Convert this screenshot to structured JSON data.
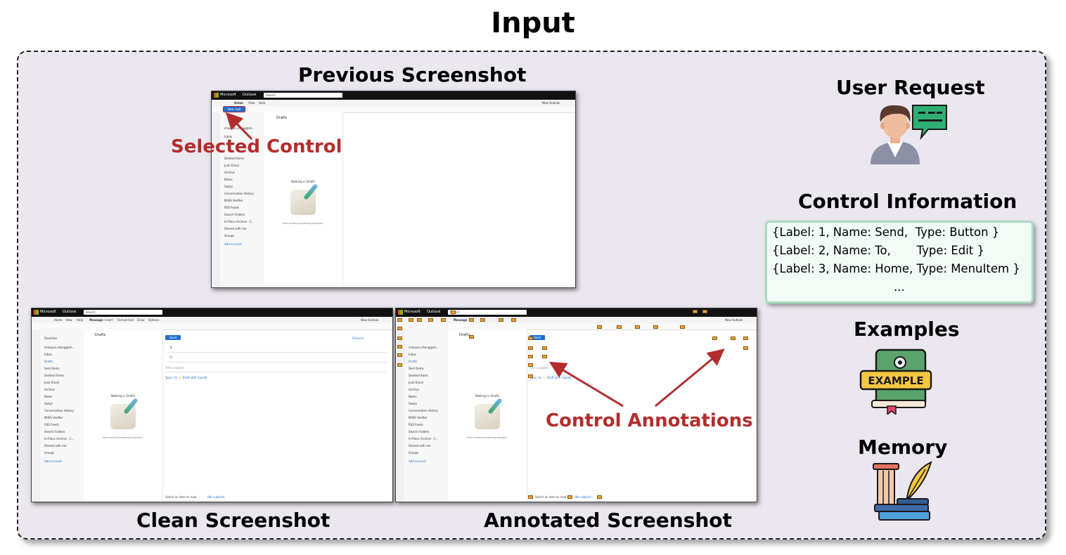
{
  "title": "Input",
  "headings": {
    "previous": "Previous Screenshot",
    "clean": "Clean Screenshot",
    "annotated": "Annotated Screenshot",
    "user_request": "User Request",
    "control_info": "Control Information",
    "examples": "Examples",
    "memory": "Memory"
  },
  "annotations": {
    "selected_control": "Selected Control",
    "control_annotations": "Control Annotations"
  },
  "control_info_lines": [
    "{Label: 1, Name: Send,  Type: Button }",
    "{Label: 2, Name: To,       Type: Edit }",
    "{Label: 3, Name: Home, Type: MenuItem }",
    "..."
  ],
  "example_badge": "EXAMPLE",
  "outlook": {
    "brand": "Microsoft",
    "app": "Outlook",
    "search": "Search",
    "tabs_prev": [
      "Home",
      "View",
      "Help"
    ],
    "tabs_compose": [
      "Home",
      "View",
      "Help",
      "Message",
      "Insert",
      "Format text",
      "Draw",
      "Options"
    ],
    "new_mail": "New mail",
    "new_outlook": "New Outlook",
    "folders_header": "Favorites",
    "account": "chaoyun.zhang@mi...",
    "folders": [
      "Inbox",
      "Drafts",
      "Sent Items",
      "Deleted Items",
      "Junk Email",
      "Archive",
      "Notes",
      "Swtyz",
      "Conversation History",
      "MiSIS Veefter",
      "RSS Feeds",
      "Search Folders",
      "In-Place Archive - C...",
      "Shared with me",
      "Groups"
    ],
    "add_account": "Add account",
    "drafts": "Drafts",
    "nothing_in_drafts": "Nothing in Drafts",
    "start_writing": "Start writing something fabulous.",
    "send": "Send",
    "to": "To",
    "cc": "Cc",
    "add_subject": "Add a subject",
    "copilot_hint": "Type / to ✨ Draft with Copilot",
    "general": "General",
    "select_item": "Select an item to read",
    "no_subject": "(No subject)"
  },
  "colors": {
    "panel_bg": "#ebe7ef",
    "accent_red": "#b32d2d",
    "control_box_bg": "#f2fbf6",
    "control_box_border": "#a9dcc0",
    "outlook_blue": "#1f6fd1",
    "annotation_marker": "#e9a33b"
  },
  "icons": [
    "user-speech-icon",
    "example-book-icon",
    "memory-column-quill-icon",
    "drafts-pen-icon"
  ]
}
